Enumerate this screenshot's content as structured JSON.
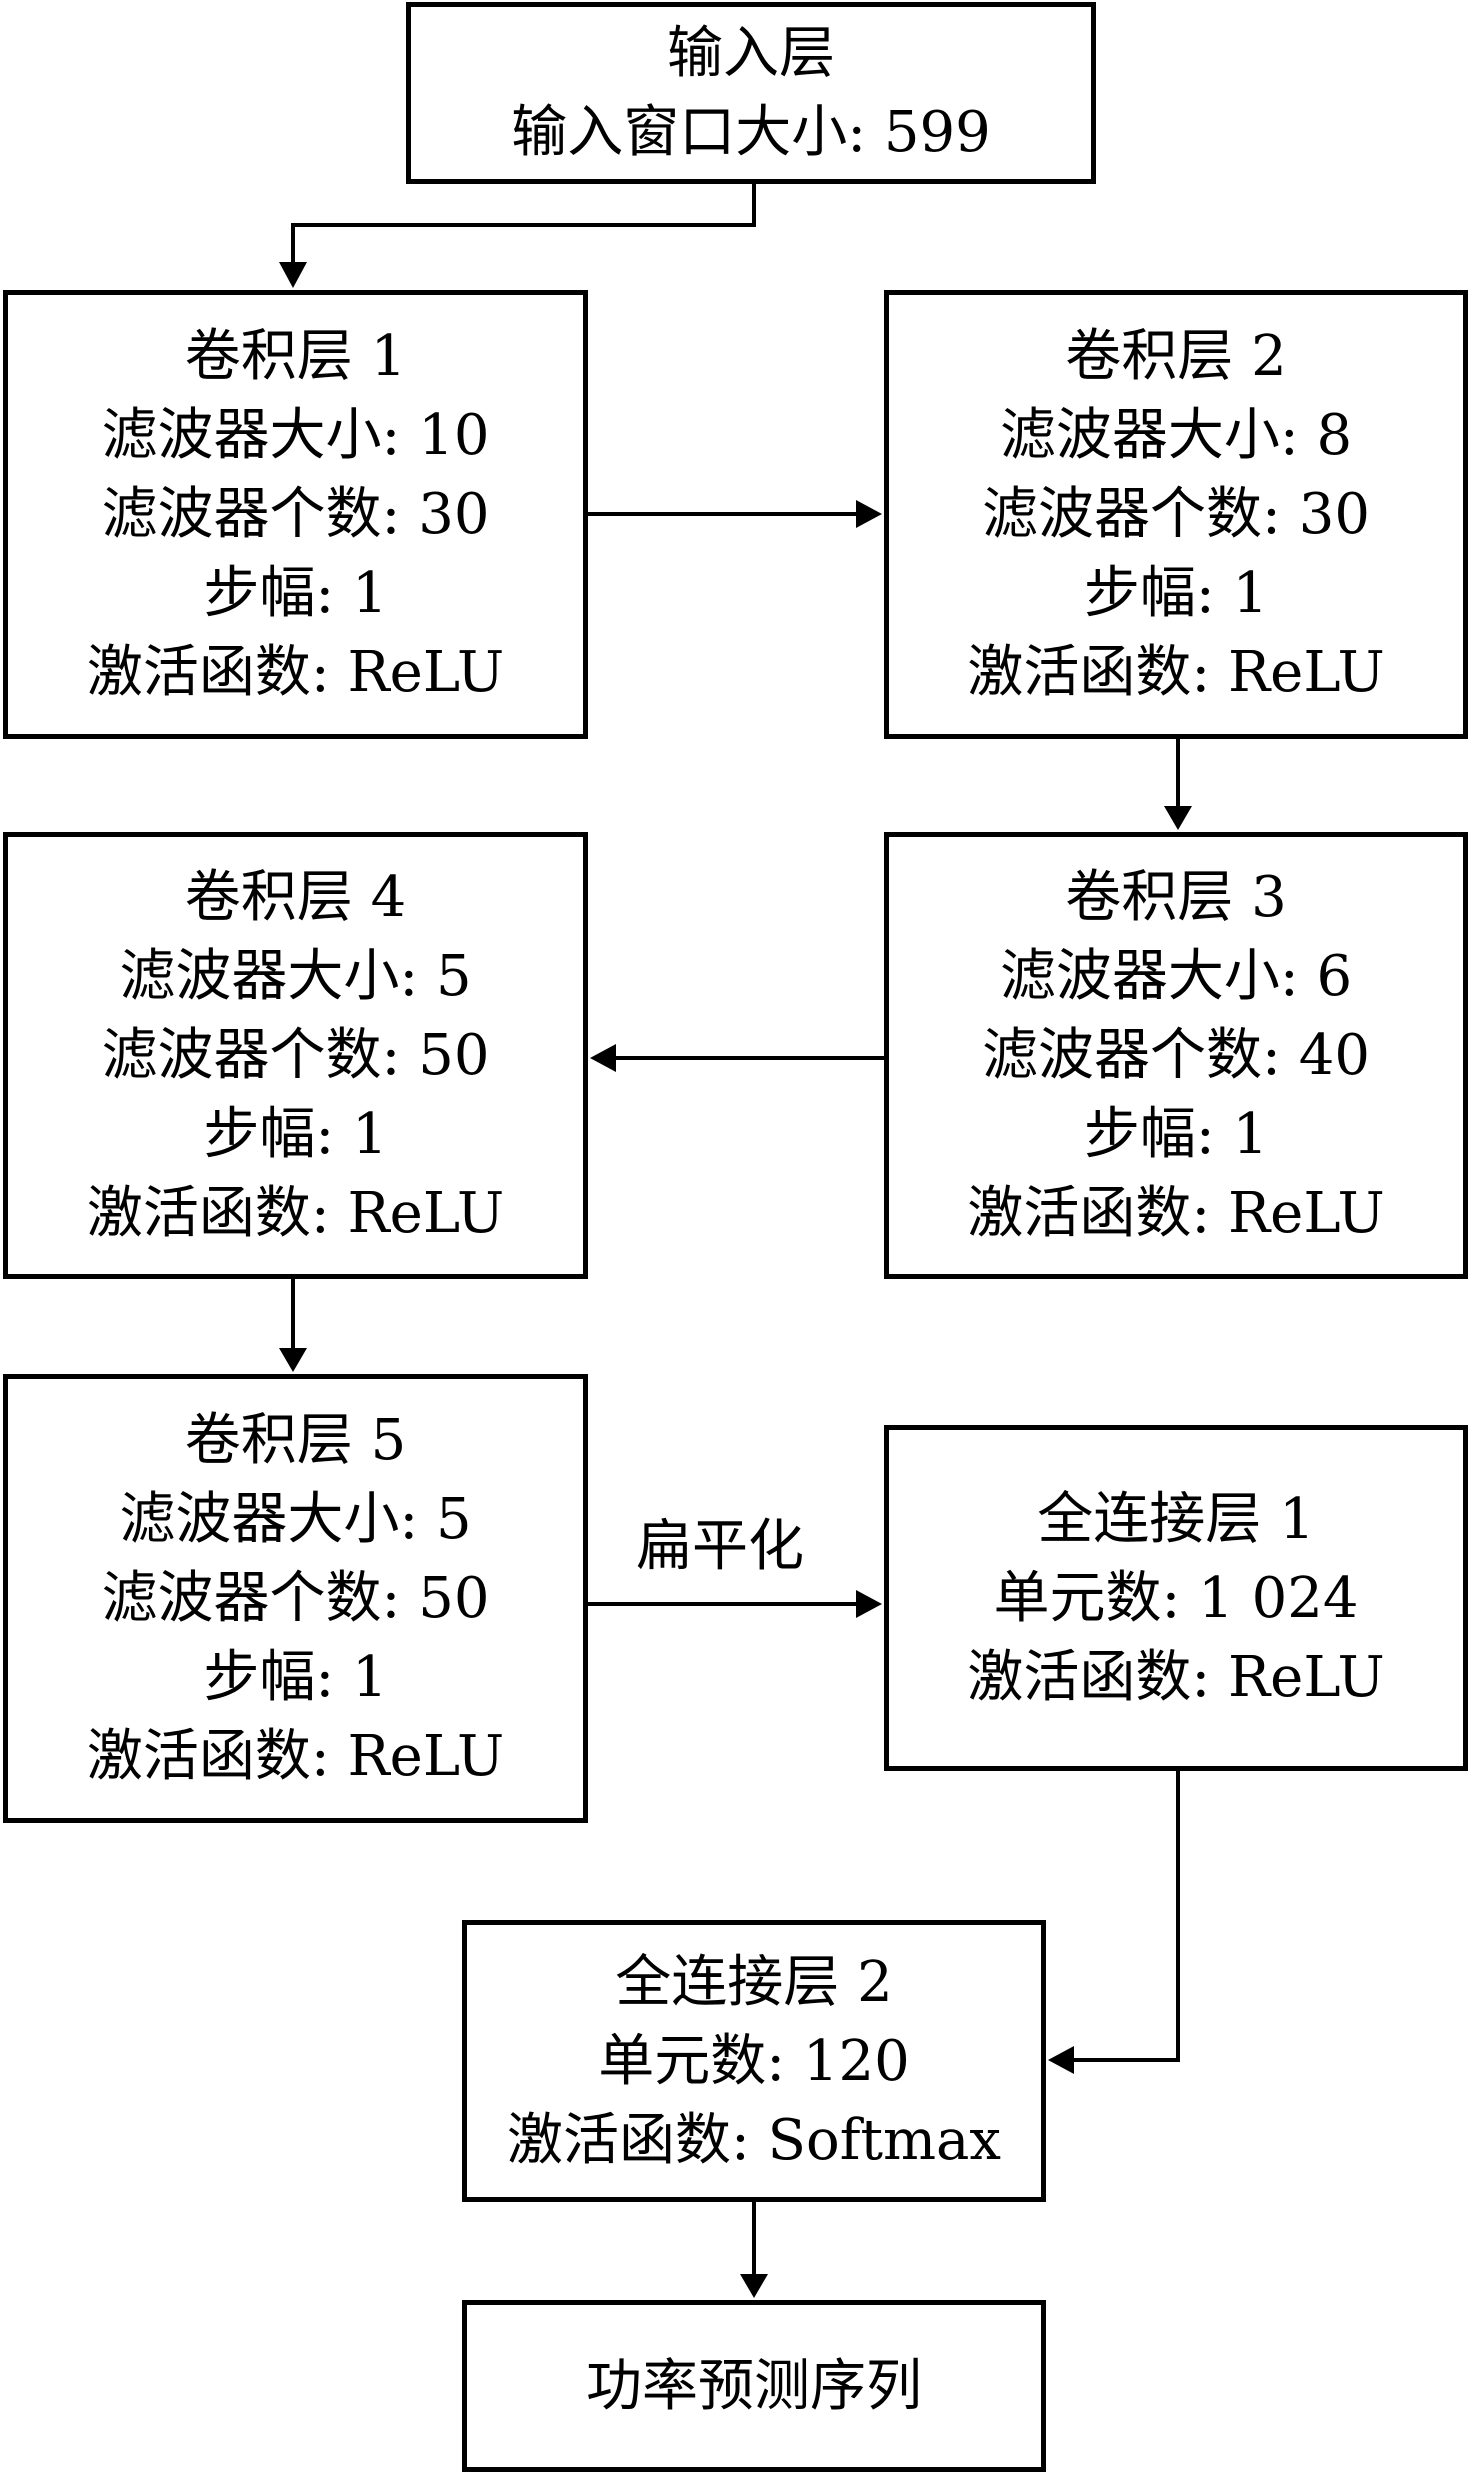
{
  "boxes": {
    "input": {
      "lines": [
        "输入层",
        "输入窗口大小: 599"
      ]
    },
    "conv1": {
      "lines": [
        "卷积层 1",
        "滤波器大小: 10",
        "滤波器个数: 30",
        "步幅: 1",
        "激活函数: ReLU"
      ]
    },
    "conv2": {
      "lines": [
        "卷积层 2",
        "滤波器大小: 8",
        "滤波器个数: 30",
        "步幅: 1",
        "激活函数: ReLU"
      ]
    },
    "conv3": {
      "lines": [
        "卷积层 3",
        "滤波器大小: 6",
        "滤波器个数: 40",
        "步幅: 1",
        "激活函数: ReLU"
      ]
    },
    "conv4": {
      "lines": [
        "卷积层 4",
        "滤波器大小: 5",
        "滤波器个数: 50",
        "步幅: 1",
        "激活函数: ReLU"
      ]
    },
    "conv5": {
      "lines": [
        "卷积层 5",
        "滤波器大小: 5",
        "滤波器个数: 50",
        "步幅: 1",
        "激活函数: ReLU"
      ]
    },
    "fc1": {
      "lines": [
        "全连接层 1",
        "单元数: 1 024",
        "激活函数: ReLU"
      ]
    },
    "fc2": {
      "lines": [
        "全连接层 2",
        "单元数: 120",
        "激活函数: Softmax"
      ]
    },
    "output": {
      "lines": [
        "功率预测序列"
      ]
    }
  },
  "edges": {
    "flatten_label": "扁平化"
  }
}
